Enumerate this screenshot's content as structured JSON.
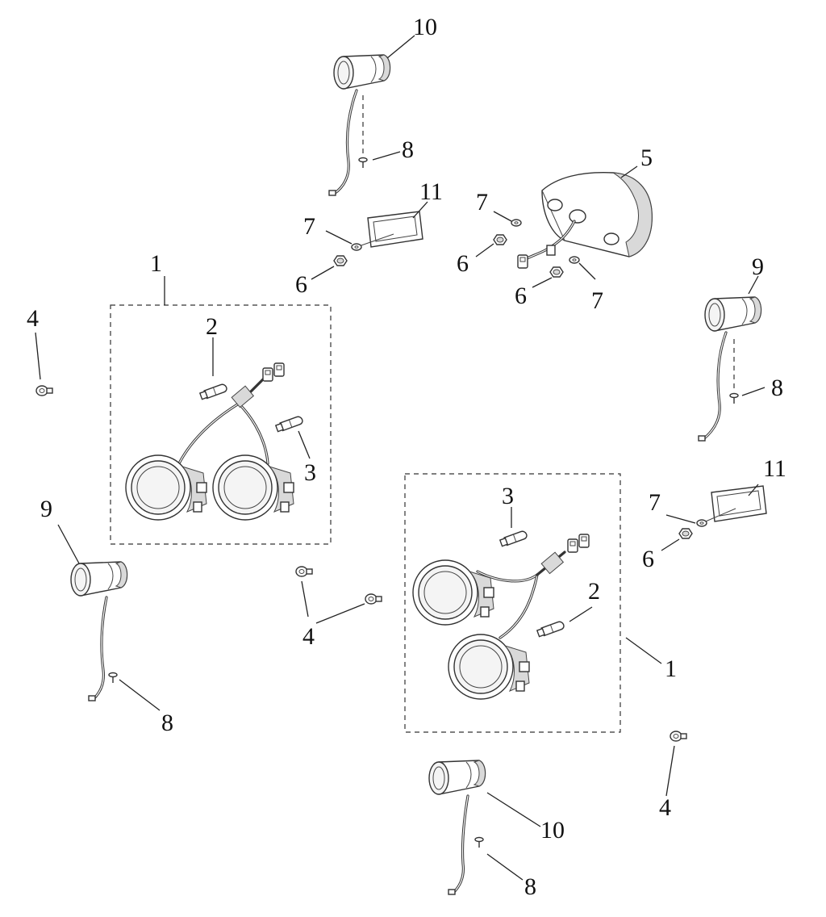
{
  "diagram": {
    "callouts": {
      "n1": "1",
      "n2": "2",
      "n3": "3",
      "n4": "4",
      "n5": "5",
      "n6": "6",
      "n7": "7",
      "n8": "8",
      "n9": "9",
      "n10": "10",
      "n11": "11"
    }
  }
}
